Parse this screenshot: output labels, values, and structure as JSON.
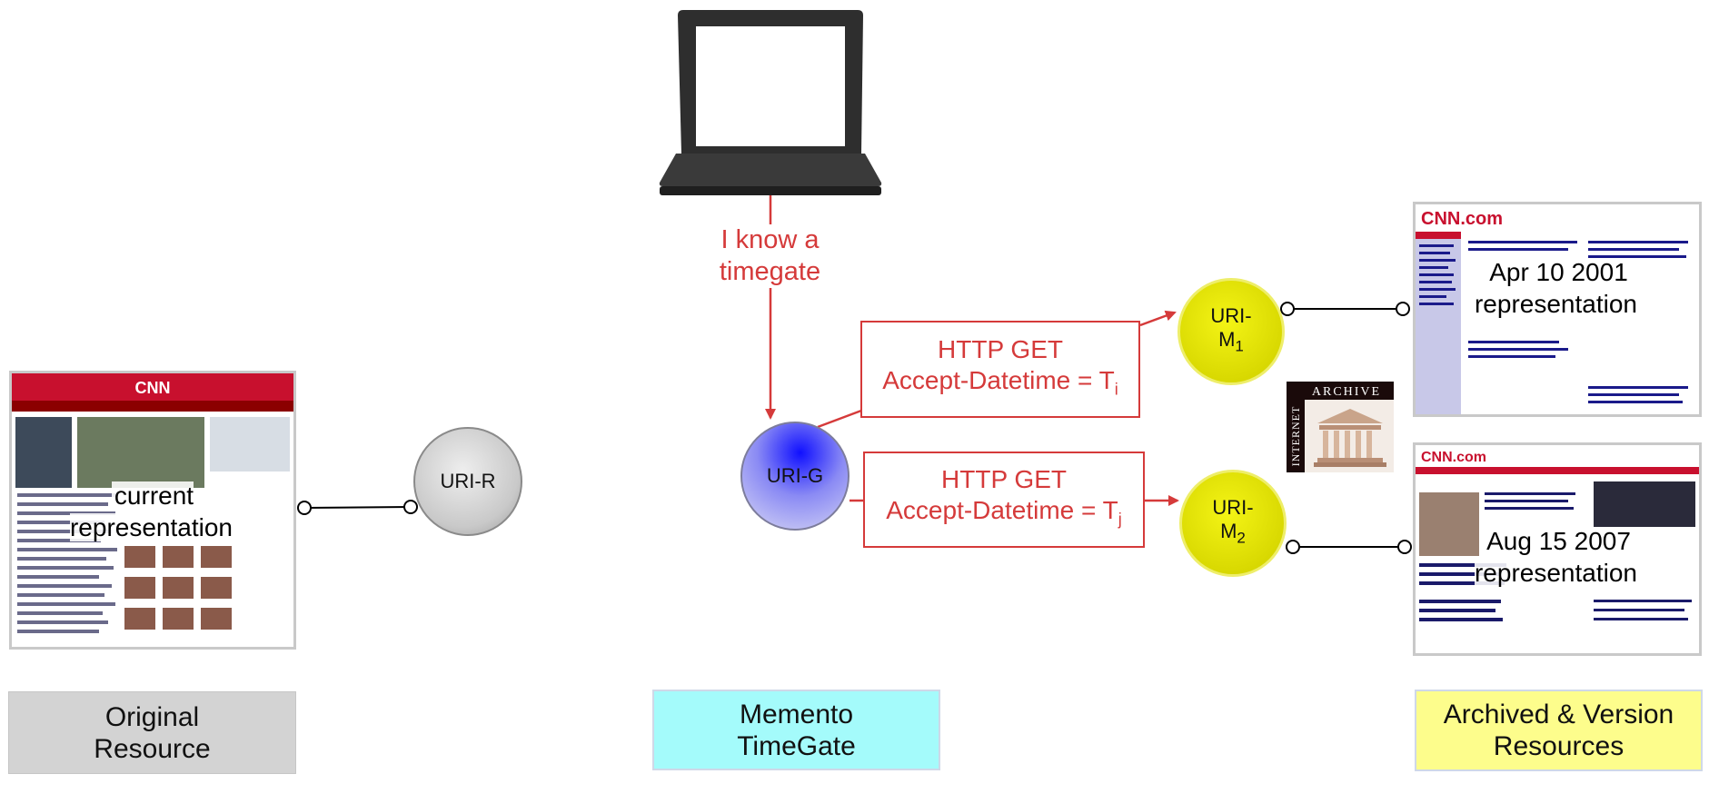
{
  "sections": {
    "original": "Original\nResource",
    "timegate": "Memento\nTimeGate",
    "archive": "Archived & Version\nResources"
  },
  "nodes": {
    "uri_r": "URI-R",
    "uri_g": "URI-G",
    "uri_m1": {
      "base": "URI-",
      "line2": "M",
      "sub": "1"
    },
    "uri_m2": {
      "base": "URI-",
      "line2": "M",
      "sub": "2"
    }
  },
  "client_label": "I know a\ntimegate",
  "requests": [
    {
      "line1": "HTTP GET",
      "line2": "Accept-Datetime = T",
      "sub": "i"
    },
    {
      "line1": "HTTP GET",
      "line2": "Accept-Datetime = T",
      "sub": "j"
    }
  ],
  "representations": {
    "current": "current\nrepresentation",
    "first": "Apr 10 2001\nrepresentation",
    "second": "Aug 15 2007\nrepresentation"
  },
  "screenshot_logos": {
    "current": "CNN",
    "first": "CNN.com",
    "second": "CNN.com"
  },
  "archive_logo": {
    "word1": "INTERNET",
    "word2": "ARCHIVE"
  },
  "colors": {
    "arrow": "#d53a3a",
    "original_bg": "#d3d3d3",
    "timegate_bg": "#a4fbfb",
    "archive_bg": "#fdfd8c",
    "memento_node": "#e0e000",
    "timegate_node": "#4b4bff",
    "original_node": "#c9c9c9"
  },
  "icons": [
    "laptop-icon",
    "internet-archive-icon"
  ]
}
